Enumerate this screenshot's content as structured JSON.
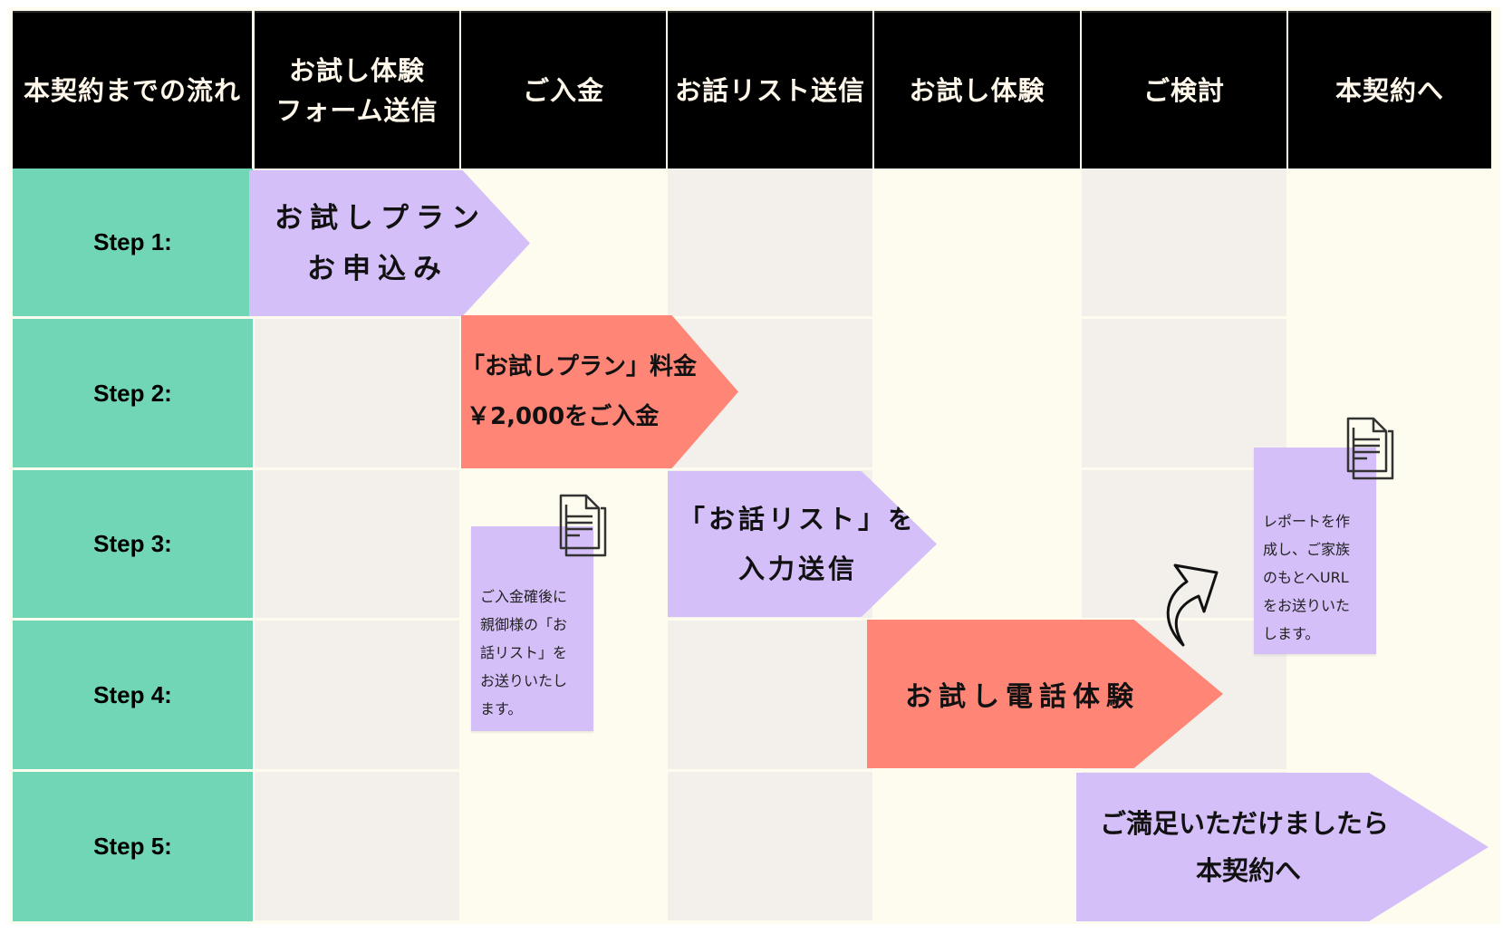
{
  "title": "本契約までの流れ",
  "header": {
    "corner": "本契約までの流れ",
    "columns": [
      "お試し体験\nフォーム送信",
      "ご入金",
      "お話リスト送信",
      "お試し体験",
      "ご検討",
      "本契約へ"
    ]
  },
  "steps": [
    {
      "label": "Step 1:"
    },
    {
      "label": "Step 2:"
    },
    {
      "label": "Step 3:"
    },
    {
      "label": "Step 4:"
    },
    {
      "label": "Step 5:"
    }
  ],
  "arrows": [
    {
      "lines": [
        "お試しプラン",
        "お申込み"
      ],
      "color": "#d4bff8"
    },
    {
      "lines": [
        "「お試しプラン」料金",
        "￥2,000をご入金"
      ],
      "color": "#ff8577"
    },
    {
      "lines": [
        "「お話リスト」を",
        "入力送信"
      ],
      "color": "#d4bff8"
    },
    {
      "lines": [
        "お試し電話体験"
      ],
      "color": "#ff8577"
    },
    {
      "lines": [
        "ご満足いただけましたら",
        "本契約へ"
      ],
      "color": "#d4bff8"
    }
  ],
  "notes": [
    {
      "text": [
        "ご入金確後に",
        "親御様の「お",
        "話リスト」を",
        "お送りいたし",
        "ます。"
      ],
      "icon": "document-icon"
    },
    {
      "text": [
        "レポートを作",
        "成し、ご家族",
        "のもとへURL",
        "をお送りいた",
        "します。"
      ],
      "icon": "document-icon"
    }
  ],
  "decorations": {
    "curved_arrow": "curved-arrow-up-right-icon"
  },
  "colors": {
    "header_bg": "#000000",
    "step_bg": "#71d6b5",
    "lavender": "#d4bff8",
    "salmon": "#ff8577",
    "cream": "#fefcee",
    "gray_cell": "#f3f0eb"
  }
}
